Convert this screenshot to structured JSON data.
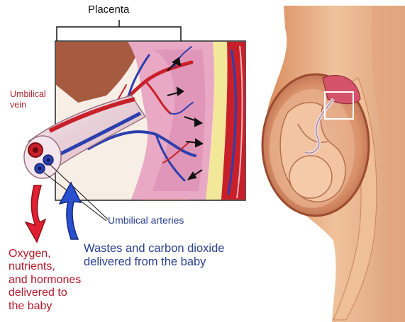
{
  "labels": {
    "placenta": "Placenta",
    "umbilical_vein_line1": "Umbilical",
    "umbilical_vein_line2": "vein",
    "umbilical_arteries": "Umbilical arteries",
    "wastes_line1": "Wastes and carbon dioxide",
    "wastes_line2": "delivered from the baby",
    "oxygen_line1": "Oxygen,",
    "oxygen_line2": "nutrients,",
    "oxygen_line3": "and hormones",
    "oxygen_line4": "delivered to",
    "oxygen_line5": "the baby"
  },
  "colors": {
    "vein_red": "#c8202a",
    "artery_blue": "#2c3fae",
    "placenta_pink": "#e9a8c4",
    "uterine_yellow": "#f3e79a",
    "skin": "#e9b48c",
    "arrow_red": "#e02030",
    "arrow_blue": "#2a4fd0"
  }
}
